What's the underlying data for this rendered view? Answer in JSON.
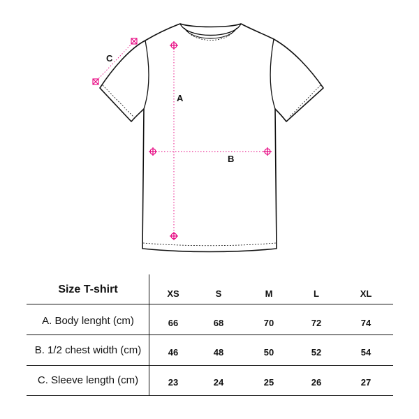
{
  "diagram": {
    "labels": {
      "a": "A",
      "b": "B",
      "c": "C"
    },
    "accent_color": "#e6007e",
    "icons": [
      "tshirt-outline",
      "crosshair-marker",
      "square-x-marker"
    ]
  },
  "table": {
    "title": "Size T-shirt",
    "sizes": [
      "XS",
      "S",
      "M",
      "L",
      "XL"
    ],
    "rows": [
      {
        "label": "A. Body lenght (cm)",
        "values": [
          "66",
          "68",
          "70",
          "72",
          "74"
        ]
      },
      {
        "label": "B. 1/2 chest width (cm)",
        "values": [
          "46",
          "48",
          "50",
          "52",
          "54"
        ]
      },
      {
        "label": "C. Sleeve length (cm)",
        "values": [
          "23",
          "24",
          "25",
          "26",
          "27"
        ]
      }
    ]
  }
}
